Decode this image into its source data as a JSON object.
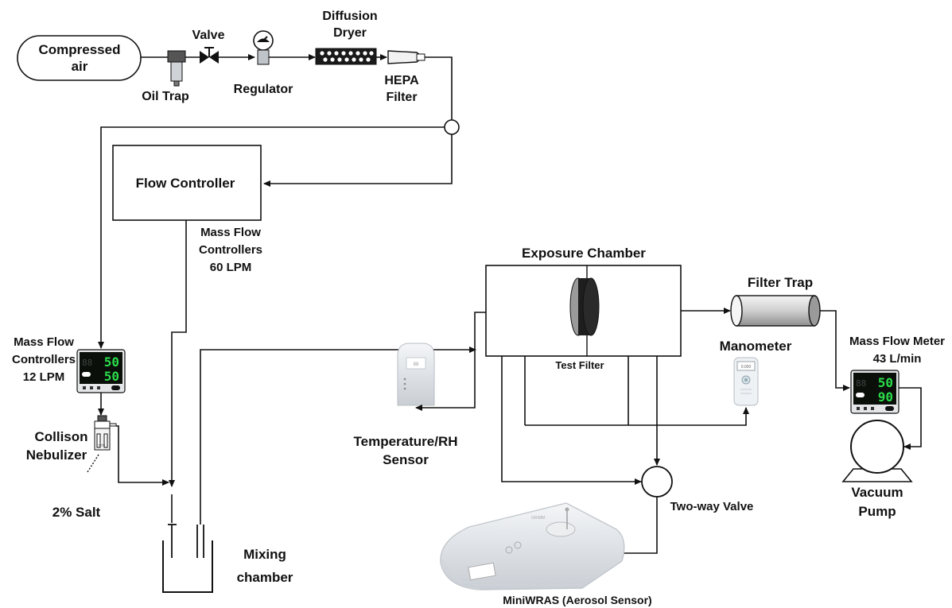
{
  "labels": {
    "compressed_air_1": "Compressed",
    "compressed_air_2": "air",
    "valve": "Valve",
    "oil_trap": "Oil Trap",
    "regulator": "Regulator",
    "diffusion_dryer_1": "Diffusion",
    "diffusion_dryer_2": "Dryer",
    "hepa_1": "HEPA",
    "hepa_2": "Filter",
    "flow_controller": "Flow Controller",
    "mfc60_1": "Mass Flow",
    "mfc60_2": "Controllers",
    "mfc60_3": "60 LPM",
    "mfc12_1": "Mass Flow",
    "mfc12_2": "Controllers",
    "mfc12_3": "12 LPM",
    "collison_1": "Collison",
    "collison_2": "Nebulizer",
    "salt": "2% Salt",
    "mixing_1": "Mixing",
    "mixing_2": "chamber",
    "exposure_chamber": "Exposure Chamber",
    "test_filter": "Test Filter",
    "filter_trap": "Filter Trap",
    "manometer": "Manometer",
    "mass_flow_meter_1": "Mass Flow Meter",
    "mass_flow_meter_2": "43 L/min",
    "temp_rh_1": "Temperature/RH",
    "temp_rh_2": "Sensor",
    "two_way_valve": "Two-way Valve",
    "vacuum_1": "Vacuum",
    "vacuum_2": "Pump",
    "miniwras": "MiniWRAS (Aerosol Sensor)"
  },
  "displays": {
    "mfc12_top": "50",
    "mfc12_bottom": "50",
    "meter_top": "50",
    "meter_bottom": "90"
  },
  "colors": {
    "line": "#111111",
    "display_green": "#2bdc4a",
    "display_bg": "#0a0f0a",
    "device_grey": "#d9dde2"
  }
}
